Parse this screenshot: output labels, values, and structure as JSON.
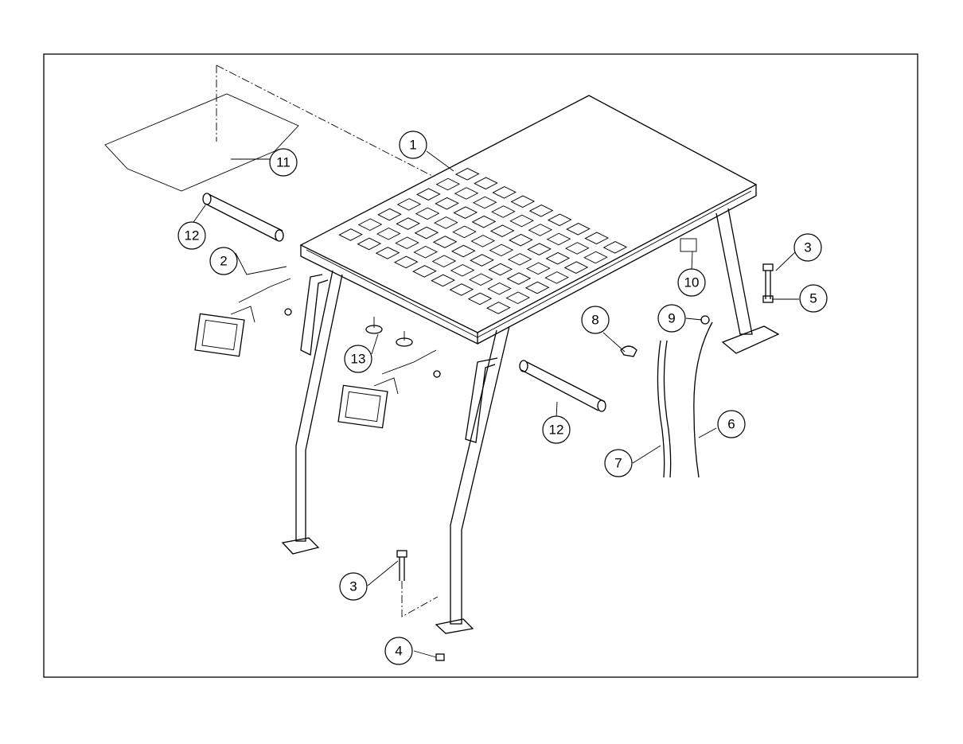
{
  "diagram": {
    "type": "exploded parts assembly drawing",
    "callouts": [
      {
        "id": "c1",
        "label": "1"
      },
      {
        "id": "c11",
        "label": "11"
      },
      {
        "id": "c12a",
        "label": "12"
      },
      {
        "id": "c2",
        "label": "2"
      },
      {
        "id": "c3a",
        "label": "3"
      },
      {
        "id": "c5",
        "label": "5"
      },
      {
        "id": "c10",
        "label": "10"
      },
      {
        "id": "c8",
        "label": "8"
      },
      {
        "id": "c9",
        "label": "9"
      },
      {
        "id": "c13",
        "label": "13"
      },
      {
        "id": "c12b",
        "label": "12"
      },
      {
        "id": "c6",
        "label": "6"
      },
      {
        "id": "c7",
        "label": "7"
      },
      {
        "id": "c3b",
        "label": "3"
      },
      {
        "id": "c4",
        "label": "4"
      }
    ]
  }
}
